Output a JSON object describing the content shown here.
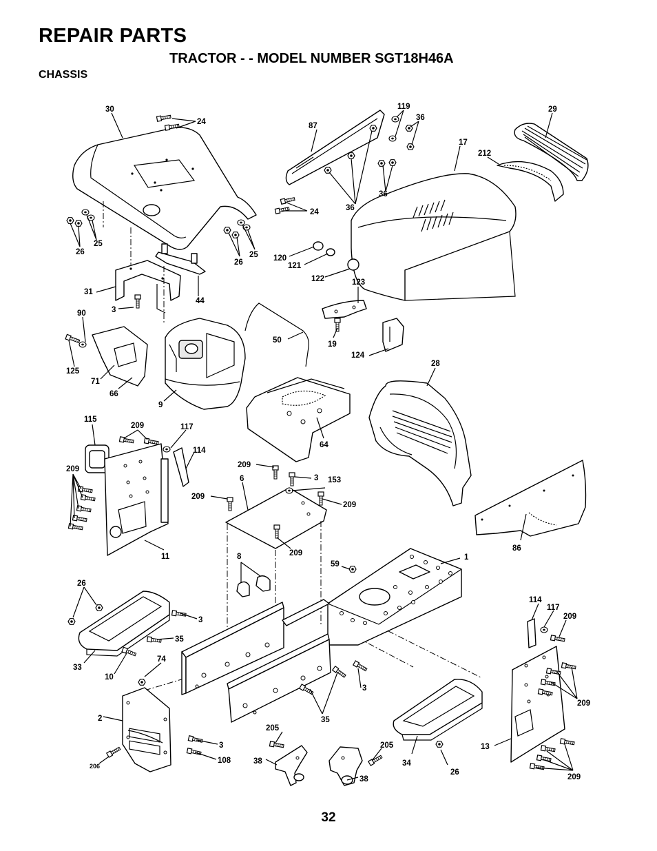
{
  "header": {
    "title": "REPAIR PARTS",
    "subtitle": "TRACTOR - - MODEL NUMBER SGT18H46A",
    "section": "CHASSIS"
  },
  "page_number": "32",
  "callouts": [
    {
      "id": "c30a",
      "text": "30"
    },
    {
      "id": "c24a",
      "text": "24"
    },
    {
      "id": "c87",
      "text": "87"
    },
    {
      "id": "c119",
      "text": "119"
    },
    {
      "id": "c36a",
      "text": "36"
    },
    {
      "id": "c29",
      "text": "29"
    },
    {
      "id": "c17",
      "text": "17"
    },
    {
      "id": "c212",
      "text": "212"
    },
    {
      "id": "c36b",
      "text": "36"
    },
    {
      "id": "c24b",
      "text": "24"
    },
    {
      "id": "c36c",
      "text": "36"
    },
    {
      "id": "c25a",
      "text": "25"
    },
    {
      "id": "c26a",
      "text": "26"
    },
    {
      "id": "c26b",
      "text": "26"
    },
    {
      "id": "c25b",
      "text": "25"
    },
    {
      "id": "c120",
      "text": "120"
    },
    {
      "id": "c121",
      "text": "121"
    },
    {
      "id": "c122",
      "text": "122"
    },
    {
      "id": "c123",
      "text": "123"
    },
    {
      "id": "c31",
      "text": "31"
    },
    {
      "id": "c44",
      "text": "44"
    },
    {
      "id": "c3a",
      "text": "3"
    },
    {
      "id": "c90",
      "text": "90"
    },
    {
      "id": "c50",
      "text": "50"
    },
    {
      "id": "c19",
      "text": "19"
    },
    {
      "id": "c124",
      "text": "124"
    },
    {
      "id": "c125",
      "text": "125"
    },
    {
      "id": "c71",
      "text": "71"
    },
    {
      "id": "c66",
      "text": "66"
    },
    {
      "id": "c9",
      "text": "9"
    },
    {
      "id": "c28",
      "text": "28"
    },
    {
      "id": "c64",
      "text": "64"
    },
    {
      "id": "c115",
      "text": "115"
    },
    {
      "id": "c209a",
      "text": "209"
    },
    {
      "id": "c117a",
      "text": "117"
    },
    {
      "id": "c114a",
      "text": "114"
    },
    {
      "id": "c209b",
      "text": "209"
    },
    {
      "id": "c209c",
      "text": "209"
    },
    {
      "id": "c6",
      "text": "6"
    },
    {
      "id": "c3b",
      "text": "3"
    },
    {
      "id": "c153",
      "text": "153"
    },
    {
      "id": "c209d",
      "text": "209"
    },
    {
      "id": "c209e",
      "text": "209"
    },
    {
      "id": "c209f",
      "text": "209"
    },
    {
      "id": "c11",
      "text": "11"
    },
    {
      "id": "c86",
      "text": "86"
    },
    {
      "id": "c8",
      "text": "8"
    },
    {
      "id": "c59",
      "text": "59"
    },
    {
      "id": "c1",
      "text": "1"
    },
    {
      "id": "c26c",
      "text": "26"
    },
    {
      "id": "c3c",
      "text": "3"
    },
    {
      "id": "c35a",
      "text": "35"
    },
    {
      "id": "c114b",
      "text": "114"
    },
    {
      "id": "c117b",
      "text": "117"
    },
    {
      "id": "c209g",
      "text": "209"
    },
    {
      "id": "c33",
      "text": "33"
    },
    {
      "id": "c10",
      "text": "10"
    },
    {
      "id": "c74",
      "text": "74"
    },
    {
      "id": "c3d",
      "text": "3"
    },
    {
      "id": "c209h",
      "text": "209"
    },
    {
      "id": "c2",
      "text": "2"
    },
    {
      "id": "c35b",
      "text": "35"
    },
    {
      "id": "c205a",
      "text": "205"
    },
    {
      "id": "c3e",
      "text": "3"
    },
    {
      "id": "c108",
      "text": "108"
    },
    {
      "id": "c205b",
      "text": "205"
    },
    {
      "id": "c13",
      "text": "13"
    },
    {
      "id": "c206",
      "text": "206"
    },
    {
      "id": "c38a",
      "text": "38"
    },
    {
      "id": "c38b",
      "text": "38"
    },
    {
      "id": "c34",
      "text": "34"
    },
    {
      "id": "c26d",
      "text": "26"
    },
    {
      "id": "c209i",
      "text": "209"
    }
  ]
}
